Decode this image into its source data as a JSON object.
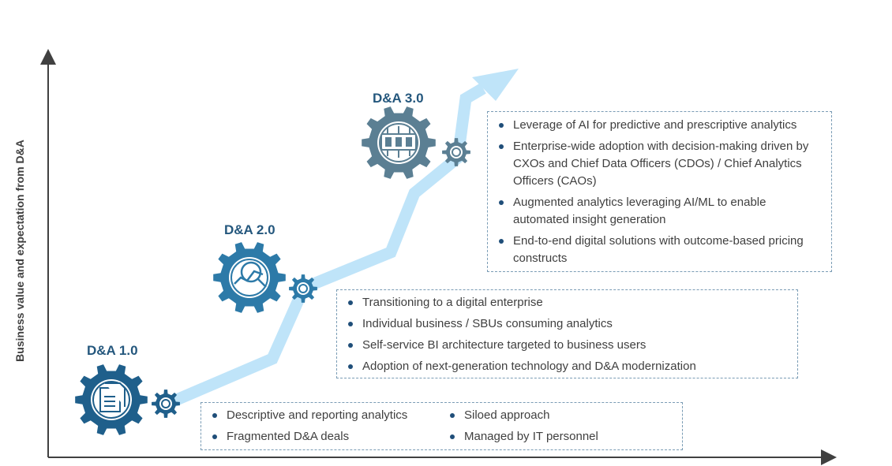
{
  "y_axis_label": "Business value and expectation from D&A",
  "colors": {
    "arrow": "#bfe4f9",
    "gear_dark": "#1f5f8b",
    "gear_mid": "#2d7aa8",
    "gear_grey": "#5b7f93",
    "title": "#24577d",
    "bullet": "#1f4e79"
  },
  "stages": [
    {
      "title": "D&A 1.0",
      "icon": "document-gear-icon",
      "bullets": [
        "Descriptive and reporting analytics",
        "Fragmented D&A deals",
        "Siloed approach",
        "Managed by IT personnel"
      ]
    },
    {
      "title": "D&A 2.0",
      "icon": "analytics-search-gear-icon",
      "bullets": [
        "Transitioning to a digital enterprise",
        "Individual business / SBUs consuming analytics",
        "Self-service BI architecture targeted to business users",
        "Adoption of next-generation technology and D&A modernization"
      ]
    },
    {
      "title": "D&A 3.0",
      "icon": "circuit-chip-gear-icon",
      "bullets": [
        "Leverage of AI for predictive and prescriptive analytics",
        "Enterprise-wide adoption with decision-making driven by CXOs and Chief Data Officers (CDOs) / Chief Analytics Officers (CAOs)",
        "Augmented analytics leveraging AI/ML to enable automated insight generation",
        "End-to-end digital solutions with outcome-based pricing constructs"
      ]
    }
  ]
}
